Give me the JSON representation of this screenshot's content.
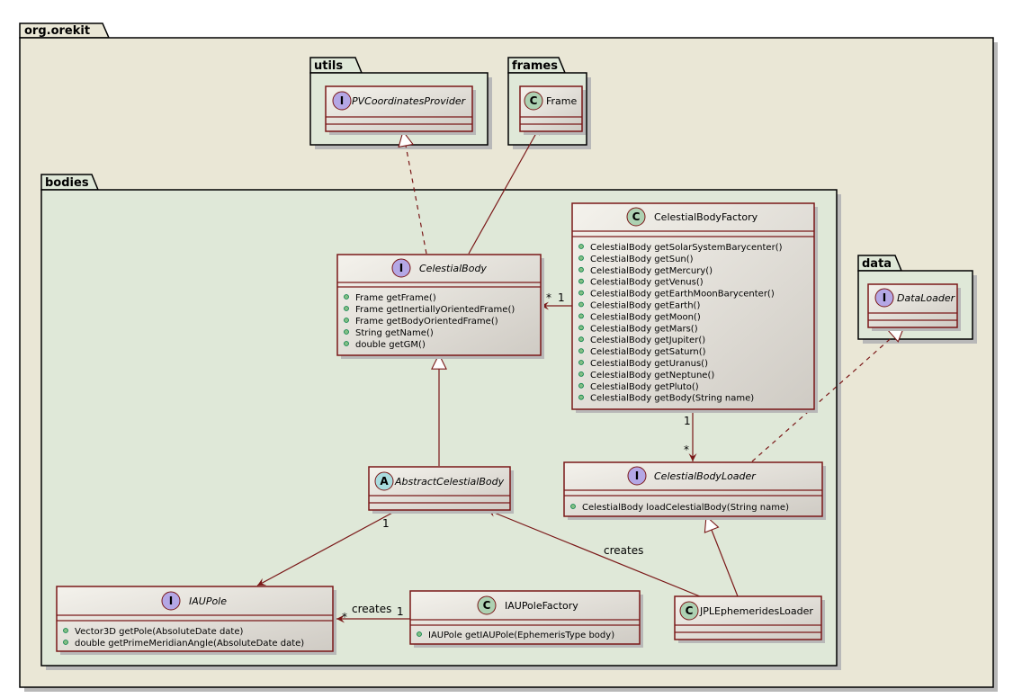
{
  "packages": {
    "org_orekit": "org.orekit",
    "utils": "utils",
    "frames": "frames",
    "bodies": "bodies",
    "data": "data"
  },
  "classes": {
    "pv_provider": {
      "stereotype": "I",
      "name": "PVCoordinatesProvider"
    },
    "frame": {
      "stereotype": "C",
      "name": "Frame"
    },
    "celestial_body": {
      "stereotype": "I",
      "name": "CelestialBody",
      "members": [
        "Frame getFrame()",
        "Frame getInertiallyOrientedFrame()",
        "Frame getBodyOrientedFrame()",
        "String getName()",
        "double getGM()"
      ]
    },
    "factory": {
      "stereotype": "C",
      "name": "CelestialBodyFactory",
      "members": [
        "CelestialBody getSolarSystemBarycenter()",
        "CelestialBody getSun()",
        "CelestialBody getMercury()",
        "CelestialBody getVenus()",
        "CelestialBody getEarthMoonBarycenter()",
        "CelestialBody getEarth()",
        "CelestialBody getMoon()",
        "CelestialBody getMars()",
        "CelestialBody getJupiter()",
        "CelestialBody getSaturn()",
        "CelestialBody getUranus()",
        "CelestialBody getNeptune()",
        "CelestialBody getPluto()",
        "CelestialBody getBody(String name)"
      ]
    },
    "data_loader": {
      "stereotype": "I",
      "name": "DataLoader"
    },
    "loader": {
      "stereotype": "I",
      "name": "CelestialBodyLoader",
      "members": [
        "CelestialBody loadCelestialBody(String name)"
      ]
    },
    "abstract_body": {
      "stereotype": "A",
      "name": "AbstractCelestialBody"
    },
    "iau_pole": {
      "stereotype": "I",
      "name": "IAUPole",
      "members": [
        "Vector3D getPole(AbsoluteDate date)",
        "double getPrimeMeridianAngle(AbsoluteDate date)"
      ]
    },
    "iau_factory": {
      "stereotype": "C",
      "name": "IAUPoleFactory",
      "members": [
        "IAUPole getIAUPole(EphemerisType body)"
      ]
    },
    "jpl": {
      "stereotype": "C",
      "name": "JPLEphemeridesLoader"
    }
  },
  "relations": {
    "factory_body_star": "*",
    "factory_body_one": "1",
    "factory_loader_one": "1",
    "factory_loader_star": "*",
    "abstract_pole_one": "1",
    "pole_factory_star": "*",
    "pole_factory_one": "1",
    "pole_factory_label": "creates",
    "jpl_abstract_label": "creates"
  }
}
